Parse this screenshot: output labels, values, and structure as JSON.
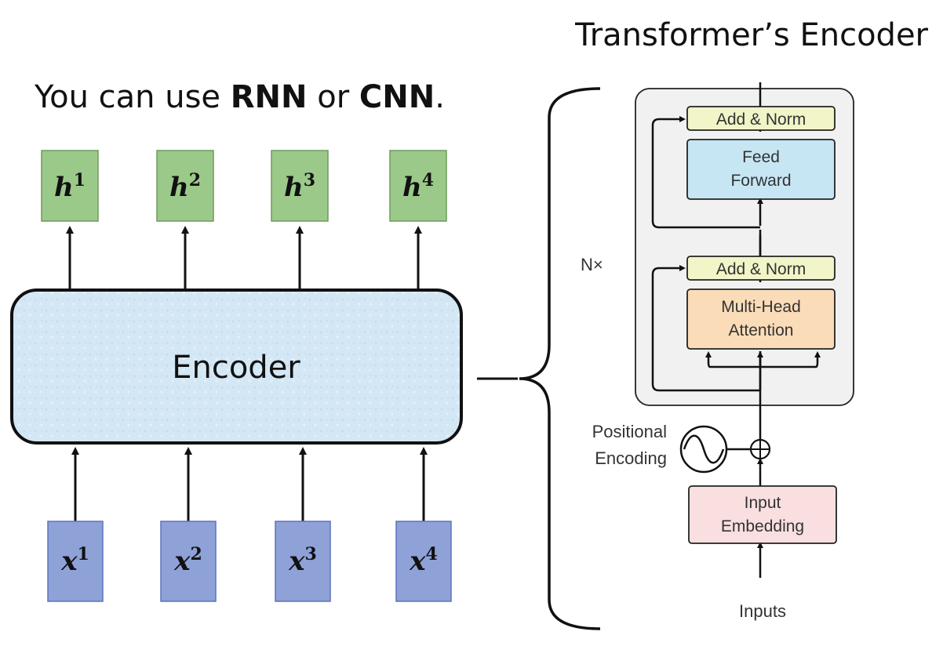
{
  "title": "Transformer’s Encoder",
  "subtitle": {
    "prefix": "You can use ",
    "rnn": "RNN",
    "middle": " or ",
    "cnn": "CNN",
    "suffix": "."
  },
  "encoder": {
    "label": "Encoder",
    "outputs": [
      {
        "base": "h",
        "sup": "1"
      },
      {
        "base": "h",
        "sup": "2"
      },
      {
        "base": "h",
        "sup": "3"
      },
      {
        "base": "h",
        "sup": "4"
      }
    ],
    "inputs": [
      {
        "base": "x",
        "sup": "1"
      },
      {
        "base": "x",
        "sup": "2"
      },
      {
        "base": "x",
        "sup": "3"
      },
      {
        "base": "x",
        "sup": "4"
      }
    ]
  },
  "transformer": {
    "repeat_label": "N×",
    "add_norm_top": "Add & Norm",
    "feed_forward": [
      "Feed",
      "Forward"
    ],
    "add_norm_bottom": "Add & Norm",
    "attention": [
      "Multi-Head",
      "Attention"
    ],
    "positional_encoding": [
      "Positional",
      "Encoding"
    ],
    "input_embedding": [
      "Input",
      "Embedding"
    ],
    "inputs_label": "Inputs"
  },
  "colors": {
    "output_box_fill": "#9bc98a",
    "output_box_stroke": "#6e9a5c",
    "input_box_fill": "#8ea2d8",
    "input_box_stroke": "#5b74bd",
    "encoder_fill": "#d2e6f4",
    "add_norm_fill": "#f1f5c7",
    "feed_forward_fill": "#c6e6f4",
    "attention_fill": "#fbdcb8",
    "embedding_fill": "#f9dfe0",
    "block_fill": "#f1f1f1"
  }
}
